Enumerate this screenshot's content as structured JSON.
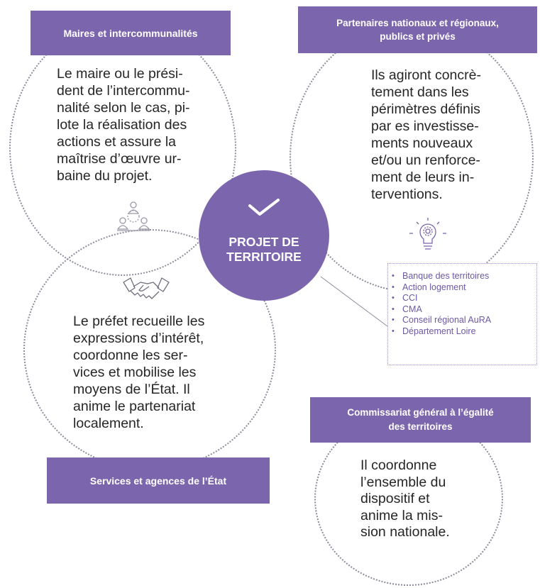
{
  "center": {
    "title": "PROJET DE\nTERRITOIRE"
  },
  "boxes": {
    "maires": "Maires et intercommunalités",
    "partenaires": "Partenaires nationaux et régionaux,\npublics et privés",
    "services": "Services et agences de l’État",
    "cget": "Commissariat général à l’égalité\ndes territoires"
  },
  "texts": {
    "maires": "Le maire ou le prési-\ndent de l’intercommu-\nnalité selon le cas, pi-\nlote la réalisation des\nactions et assure la\nmaîtrise d’œuvre ur-\nbaine du projet.",
    "partenaires": "Ils agiront concrè-\ntement dans les\npérimètres définis\npar es investisse-\nments nouveaux\net/ou un renforce-\nment de leurs in-\nterventions.",
    "services": "Le préfet recueille les\nexpressions d’intérêt,\ncoordonne les ser-\nvices et mobilise les\nmoyens de l’État. Il\nanime le partenariat\nlocalement.",
    "cget": "Il coordonne\nl’ensemble du\ndispositif et\nanime la mis-\nsion nationale."
  },
  "partners_list": [
    "Banque des territoires",
    "Action logement",
    "CCI",
    "CMA",
    "Conseil régional AuRA",
    "Département Loire"
  ],
  "icons": {
    "check": "check-icon",
    "people": "people-network-icon",
    "handshake": "handshake-icon",
    "bulb": "lightbulb-gear-icon"
  },
  "colors": {
    "accent": "#7b66ad",
    "dotted": "#8e8b9c",
    "list_text": "#6a5aa3"
  }
}
